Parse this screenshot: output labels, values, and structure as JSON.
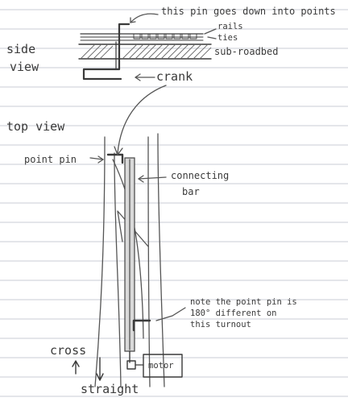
{
  "side_view": {
    "title_line1": "side",
    "title_line2": "view",
    "label_pin": "this pin goes down into points",
    "label_rails": "rails",
    "label_ties": "ties",
    "label_subroadbed": "sub-roadbed",
    "label_crank": "crank"
  },
  "top_view": {
    "title": "top view",
    "label_point_pin": "point pin",
    "label_connecting_line1": "connecting",
    "label_connecting_line2": "bar",
    "note_line1": "note the point pin is",
    "note_line2": "180° different on",
    "note_line3": "this turnout",
    "label_motor": "motor",
    "label_cross": "cross",
    "label_straight": "straight"
  }
}
